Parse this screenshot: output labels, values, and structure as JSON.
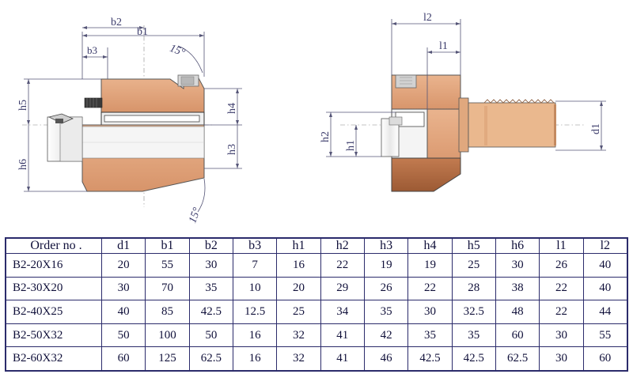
{
  "drawing": {
    "labels": {
      "b1": "b1",
      "b2": "b2",
      "b3": "b3",
      "h1": "h1",
      "h2": "h2",
      "h3": "h3",
      "h4": "h4",
      "h5": "h5",
      "h6": "h6",
      "d1": "d1",
      "l1": "l1",
      "l2": "l2",
      "angle_top": "15°",
      "angle_bottom": "15°"
    },
    "colors": {
      "body": "#e0a47e",
      "body_dark": "#b0683e",
      "shank": "#e6b489",
      "metal": "#f4f4f4"
    }
  },
  "table": {
    "headers": [
      "Order no .",
      "d1",
      "b1",
      "b2",
      "b3",
      "h1",
      "h2",
      "h3",
      "h4",
      "h5",
      "h6",
      "l1",
      "l2"
    ],
    "rows": [
      [
        "B2-20X16",
        "20",
        "55",
        "30",
        "7",
        "16",
        "22",
        "19",
        "19",
        "25",
        "30",
        "26",
        "40"
      ],
      [
        "B2-30X20",
        "30",
        "70",
        "35",
        "10",
        "20",
        "29",
        "26",
        "22",
        "28",
        "38",
        "22",
        "40"
      ],
      [
        "B2-40X25",
        "40",
        "85",
        "42.5",
        "12.5",
        "25",
        "34",
        "35",
        "30",
        "32.5",
        "48",
        "22",
        "44"
      ],
      [
        "B2-50X32",
        "50",
        "100",
        "50",
        "16",
        "32",
        "41",
        "42",
        "35",
        "35",
        "60",
        "30",
        "55"
      ],
      [
        "B2-60X32",
        "60",
        "125",
        "62.5",
        "16",
        "32",
        "41",
        "46",
        "42.5",
        "42.5",
        "62.5",
        "30",
        "60"
      ]
    ]
  }
}
